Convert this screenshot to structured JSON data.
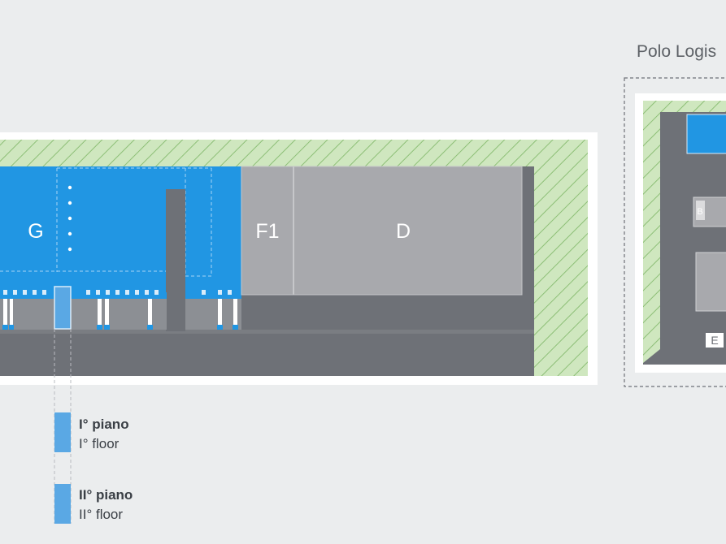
{
  "zones": {
    "g": "G",
    "f1": "F1",
    "d": "D",
    "b": "B",
    "e": "E"
  },
  "legend": {
    "first_piano": "I° piano",
    "first_floor": "I° floor",
    "second_piano": "II° piano",
    "second_floor": "II° floor"
  },
  "polo": {
    "title": "Polo Logis"
  },
  "colors": {
    "background": "#ebedee",
    "blue": "#2196e3",
    "light_blue": "#5aa8e4",
    "gray_building": "#a8a9ad",
    "dark_gray": "#6e7177",
    "green_hatch": "#c8e2b6"
  }
}
